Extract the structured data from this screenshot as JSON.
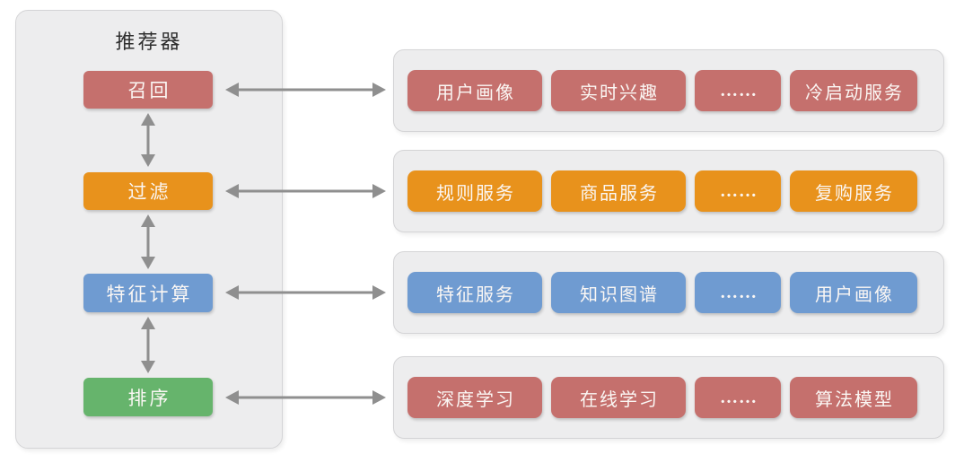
{
  "diagram": {
    "title": "推荐器",
    "stages": [
      {
        "id": "recall",
        "label": "召回",
        "color": "#C5706D"
      },
      {
        "id": "filter",
        "label": "过滤",
        "color": "#E8921C"
      },
      {
        "id": "feature",
        "label": "特征计算",
        "color": "#6F9BD1"
      },
      {
        "id": "rank",
        "label": "排序",
        "color": "#66B46C"
      }
    ],
    "service_groups": [
      {
        "stage": "召回",
        "color": "#C5706D",
        "services": [
          "用户画像",
          "实时兴趣",
          "……",
          "冷启动服务"
        ]
      },
      {
        "stage": "过滤",
        "color": "#E8921C",
        "services": [
          "规则服务",
          "商品服务",
          "……",
          "复购服务"
        ]
      },
      {
        "stage": "特征计算",
        "color": "#6F9BD1",
        "services": [
          "特征服务",
          "知识图谱",
          "……",
          "用户画像"
        ]
      },
      {
        "stage": "排序",
        "color": "#C5706D",
        "services": [
          "深度学习",
          "在线学习",
          "……",
          "算法模型"
        ]
      }
    ],
    "colors": {
      "red": "#C5706D",
      "orange": "#E8921C",
      "blue": "#6F9BD1",
      "green": "#66B46C",
      "panel_background": "#EDEDEE",
      "arrow": "#8F8F8F"
    }
  }
}
